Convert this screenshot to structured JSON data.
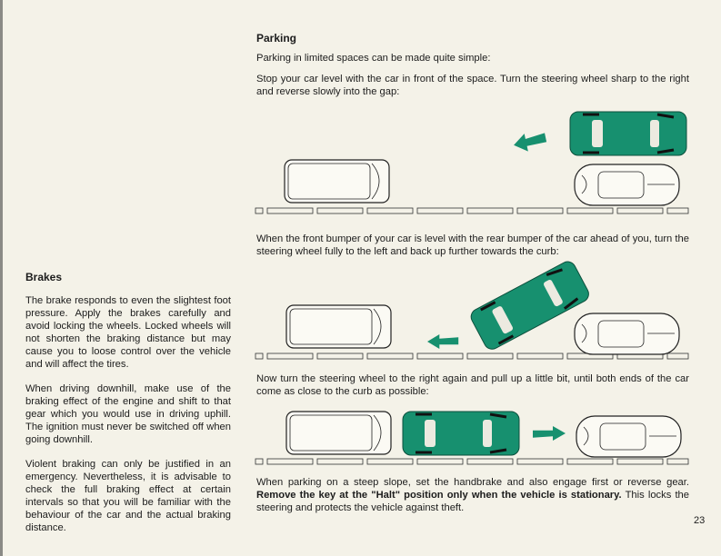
{
  "left": {
    "heading": "Brakes",
    "paragraphs": [
      "The brake responds to even the slightest foot pressure. Apply the brakes carefully and avoid locking the wheels. Locked wheels will not shorten the braking distance but may cause you to loose control over the vehicle and will affect the tires.",
      "When driving downhill, make use of the braking effect of the engine and shift to that gear which you would use in driving uphill. The ignition must never be switched off when going downhill.",
      "Violent braking can only be justified in an emergency. Nevertheless, it is advisable to check the full braking effect at certain intervals so that you will be familiar with the behaviour of the car and the actual braking distance."
    ]
  },
  "right": {
    "heading": "Parking",
    "intro": "Parking in limited spaces can be made quite simple:",
    "step1": "Stop your car level with the car in front of the space. Turn the steering wheel sharp to the right and reverse slowly into the gap:",
    "step2": "When the front bumper of your car is level with the rear bumper of the car ahead of you, turn the steering wheel fully to the left and back up further towards the curb:",
    "step3": "Now turn the steering wheel to the right again and pull up a little bit, until both ends of the car come as close to the curb as possible:",
    "slope_a": "When parking on a steep slope, set the handbrake and also engage first or reverse gear.",
    "slope_bold": "Remove the key at the \"Halt\" position only when the vehicle is stationary.",
    "slope_b": "This locks the steering and protects the vehicle against theft."
  },
  "page_number": "23",
  "colors": {
    "accent": "#17906f",
    "paper": "#f4f2e8"
  }
}
